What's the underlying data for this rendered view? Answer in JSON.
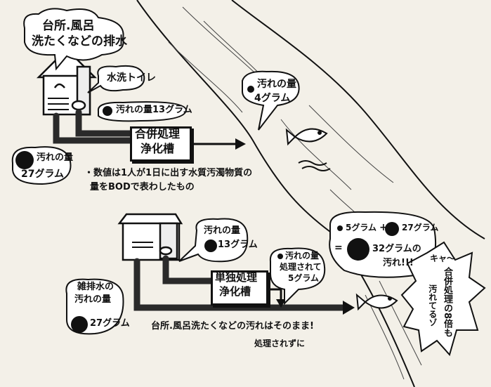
{
  "top": {
    "source_bubble": [
      "台所.風呂",
      "洗たくなどの排水"
    ],
    "toilet_bubble": "水洗トイレ",
    "toilet_load": "汚れの量13グラム",
    "other_load": [
      "汚れの量",
      "27グラム"
    ],
    "tank_label": [
      "合併処理",
      "浄化槽"
    ],
    "river_load": [
      "汚れの量",
      "4グラム"
    ],
    "note": [
      "・数値は1人が1日に出す水質汚濁物質の",
      "量をBODで表わしたもの"
    ]
  },
  "bottom": {
    "toilet_load": [
      "汚れの量",
      "13グラム"
    ],
    "tank_label": [
      "単独処理",
      "浄化槽"
    ],
    "treated_load": [
      "汚れの量",
      "処理されて",
      "5グラム"
    ],
    "misc_load": [
      "雑排水の",
      "汚れの量",
      "27グラム"
    ],
    "bypass_text": "台所.風呂洗たくなどの汚れはそのまま!",
    "untreated_text": "処理されずに",
    "sum_line1": [
      "5グラム",
      "+",
      "27グラム"
    ],
    "sum_line2": [
      "=",
      "32グラムの",
      "汚れ!!!"
    ],
    "exclaim": [
      "キャ〜",
      "合併処理の8倍も",
      "汚れてるゾ"
    ]
  },
  "colors": {
    "ink": "#111111",
    "paper": "#f3f0e8",
    "arrow": "#2a2a2a"
  }
}
